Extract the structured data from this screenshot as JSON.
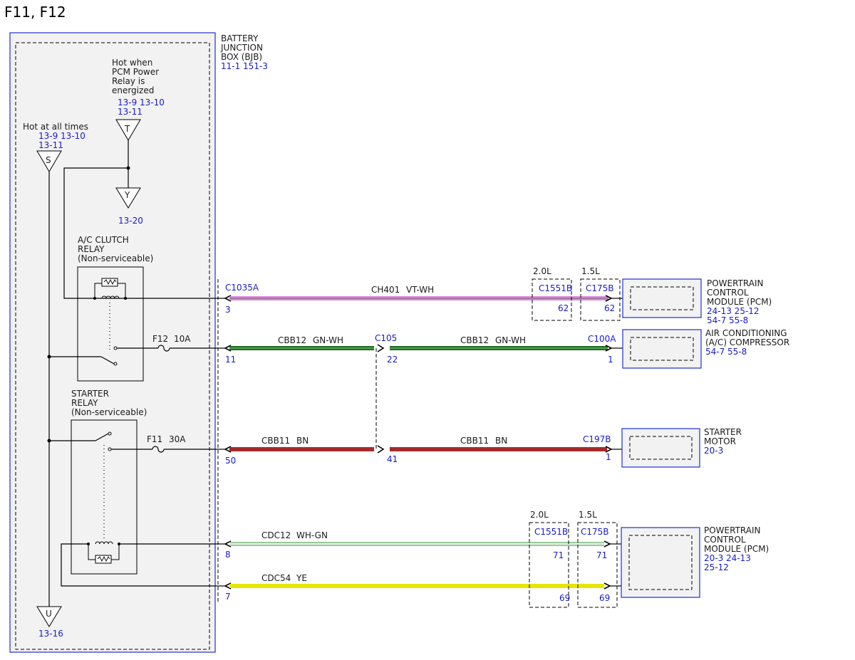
{
  "title": "F11, F12",
  "bjb": {
    "name_lines": [
      "BATTERY",
      "JUNCTION",
      "BOX (BJB)"
    ],
    "refs": "11-1   151-3"
  },
  "buses": {
    "s": {
      "label": "S",
      "text": "Hot at all times",
      "refs": [
        "13-9   13-10",
        "13-11"
      ]
    },
    "t": {
      "label": "T",
      "text_lines": [
        "Hot when",
        "PCM Power",
        "Relay is",
        "energized"
      ],
      "refs": [
        "13-9   13-10",
        "13-11"
      ]
    },
    "y": {
      "label": "Y",
      "ref": "13-20"
    },
    "u": {
      "label": "U",
      "ref": "13-16"
    }
  },
  "relays": {
    "ac_clutch": {
      "lines": [
        "A/C CLUTCH",
        "RELAY",
        "(Non-serviceable)"
      ]
    },
    "starter": {
      "lines": [
        "STARTER",
        "RELAY",
        "(Non-serviceable)"
      ]
    }
  },
  "fuses": {
    "f12": {
      "name": "F12",
      "rating": "10A"
    },
    "f11": {
      "name": "F11",
      "rating": "30A"
    }
  },
  "connectors": {
    "c1035a": "C1035A",
    "c105": "C105",
    "c1551b": "C1551B",
    "c175b": "C175B",
    "c100a": "C100A",
    "c197b": "C197B"
  },
  "engine_options": {
    "l20": "2.0L",
    "l15": "1.5L"
  },
  "wires": {
    "ch401": {
      "circuit": "CH401",
      "color": "VT-WH",
      "pin_bjb": "3",
      "pin_c1551b": "62",
      "pin_c175b": "62",
      "hex": "#d98ad8"
    },
    "cbb12a": {
      "circuit": "CBB12",
      "color": "GN-WH",
      "pin_bjb": "11",
      "hex": "#1e6e1e"
    },
    "cbb12b": {
      "circuit": "CBB12",
      "color": "GN-WH",
      "pin_c105": "22",
      "pin_c100a": "1",
      "hex": "#1e6e1e"
    },
    "cbb11a": {
      "circuit": "CBB11",
      "color": "BN",
      "pin_bjb": "50",
      "hex": "#a52a2a"
    },
    "cbb11b": {
      "circuit": "CBB11",
      "color": "BN",
      "pin_c105": "41",
      "pin_c197b": "1",
      "hex": "#a52a2a"
    },
    "cdc12": {
      "circuit": "CDC12",
      "color": "WH-GN",
      "pin_bjb": "8",
      "pin_c1551b": "71",
      "pin_c175b": "71",
      "hex": "#9cc89c"
    },
    "cdc54": {
      "circuit": "CDC54",
      "color": "YE",
      "pin_bjb": "7",
      "pin_c1551b": "69",
      "pin_c175b": "69",
      "hex": "#e6e600"
    }
  },
  "components": {
    "pcm1": {
      "lines": [
        "POWERTRAIN",
        "CONTROL",
        "MODULE (PCM)"
      ],
      "refs": [
        "24-13 25-12",
        "54-7   55-8"
      ]
    },
    "ac_comp": {
      "lines": [
        "AIR CONDITIONING",
        "(A/C) COMPRESSOR"
      ],
      "refs": [
        "54-7   55-8"
      ]
    },
    "starter_motor": {
      "lines": [
        "STARTER",
        "MOTOR"
      ],
      "refs": [
        "20-3"
      ]
    },
    "pcm2": {
      "lines": [
        "POWERTRAIN",
        "CONTROL",
        "MODULE (PCM)"
      ],
      "refs": [
        "20-3   24-13",
        "25-12"
      ]
    }
  },
  "colors": {
    "box_border": "#1f2fd6",
    "ref_text": "#1a1acc",
    "box_fill": "#f2f2f2"
  }
}
